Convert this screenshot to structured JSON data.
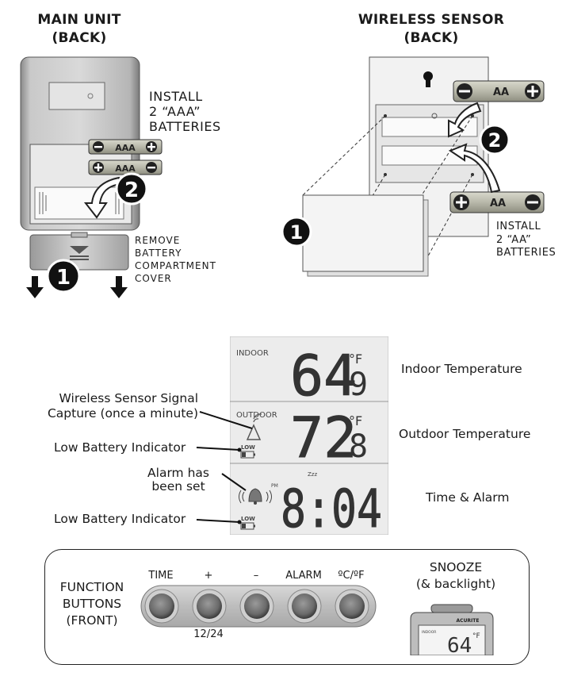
{
  "main_unit": {
    "title_line1": "MAIN UNIT",
    "title_line2": "(BACK)",
    "install_line1": "INSTALL",
    "install_line2": "2 “AAA”",
    "install_line3": "BATTERIES",
    "battery_label": "AAA",
    "remove_line1": "REMOVE",
    "remove_line2": "BATTERY",
    "remove_line3": "COMPARTMENT",
    "remove_line4": "COVER",
    "step1": "1",
    "step2": "2"
  },
  "sensor": {
    "title_line1": "WIRELESS SENSOR",
    "title_line2": "(BACK)",
    "battery_label": "AA",
    "install_line1": "INSTALL",
    "install_line2": "2 “AA”",
    "install_line3": "BATTERIES",
    "step1": "1",
    "step2": "2"
  },
  "display": {
    "indoor_label": "INDOOR",
    "indoor_temp_main": "64",
    "indoor_temp_dec": "9",
    "outdoor_label": "OUTDOOR",
    "outdoor_temp_main": "72",
    "outdoor_temp_dec": "8",
    "unit": "°F",
    "low_label": "LOW",
    "pm_label": "PM",
    "zzz_label": "Zzz",
    "time": "8:04"
  },
  "callouts": {
    "indoor_temperature": "Indoor Temperature",
    "outdoor_temperature": "Outdoor Temperature",
    "time_alarm": "Time & Alarm",
    "signal_line1": "Wireless Sensor Signal",
    "signal_line2": "Capture (once a minute)",
    "low_battery_1": "Low Battery Indicator",
    "alarm_line1": "Alarm has",
    "alarm_line2": "been set",
    "low_battery_2": "Low Battery Indicator"
  },
  "buttons": {
    "title_line1": "FUNCTION",
    "title_line2": "BUTTONS",
    "title_line3": "(FRONT)",
    "labels": [
      "TIME",
      "+",
      "–",
      "ALARM",
      "ºC/ºF"
    ],
    "plus_sub": "12/24",
    "snooze_line1": "SNOOZE",
    "snooze_line2": "(& backlight)",
    "brand": "ACURITE",
    "mini_indoor": "INDOOR",
    "mini_temp": "64",
    "mini_unit": "°F"
  }
}
